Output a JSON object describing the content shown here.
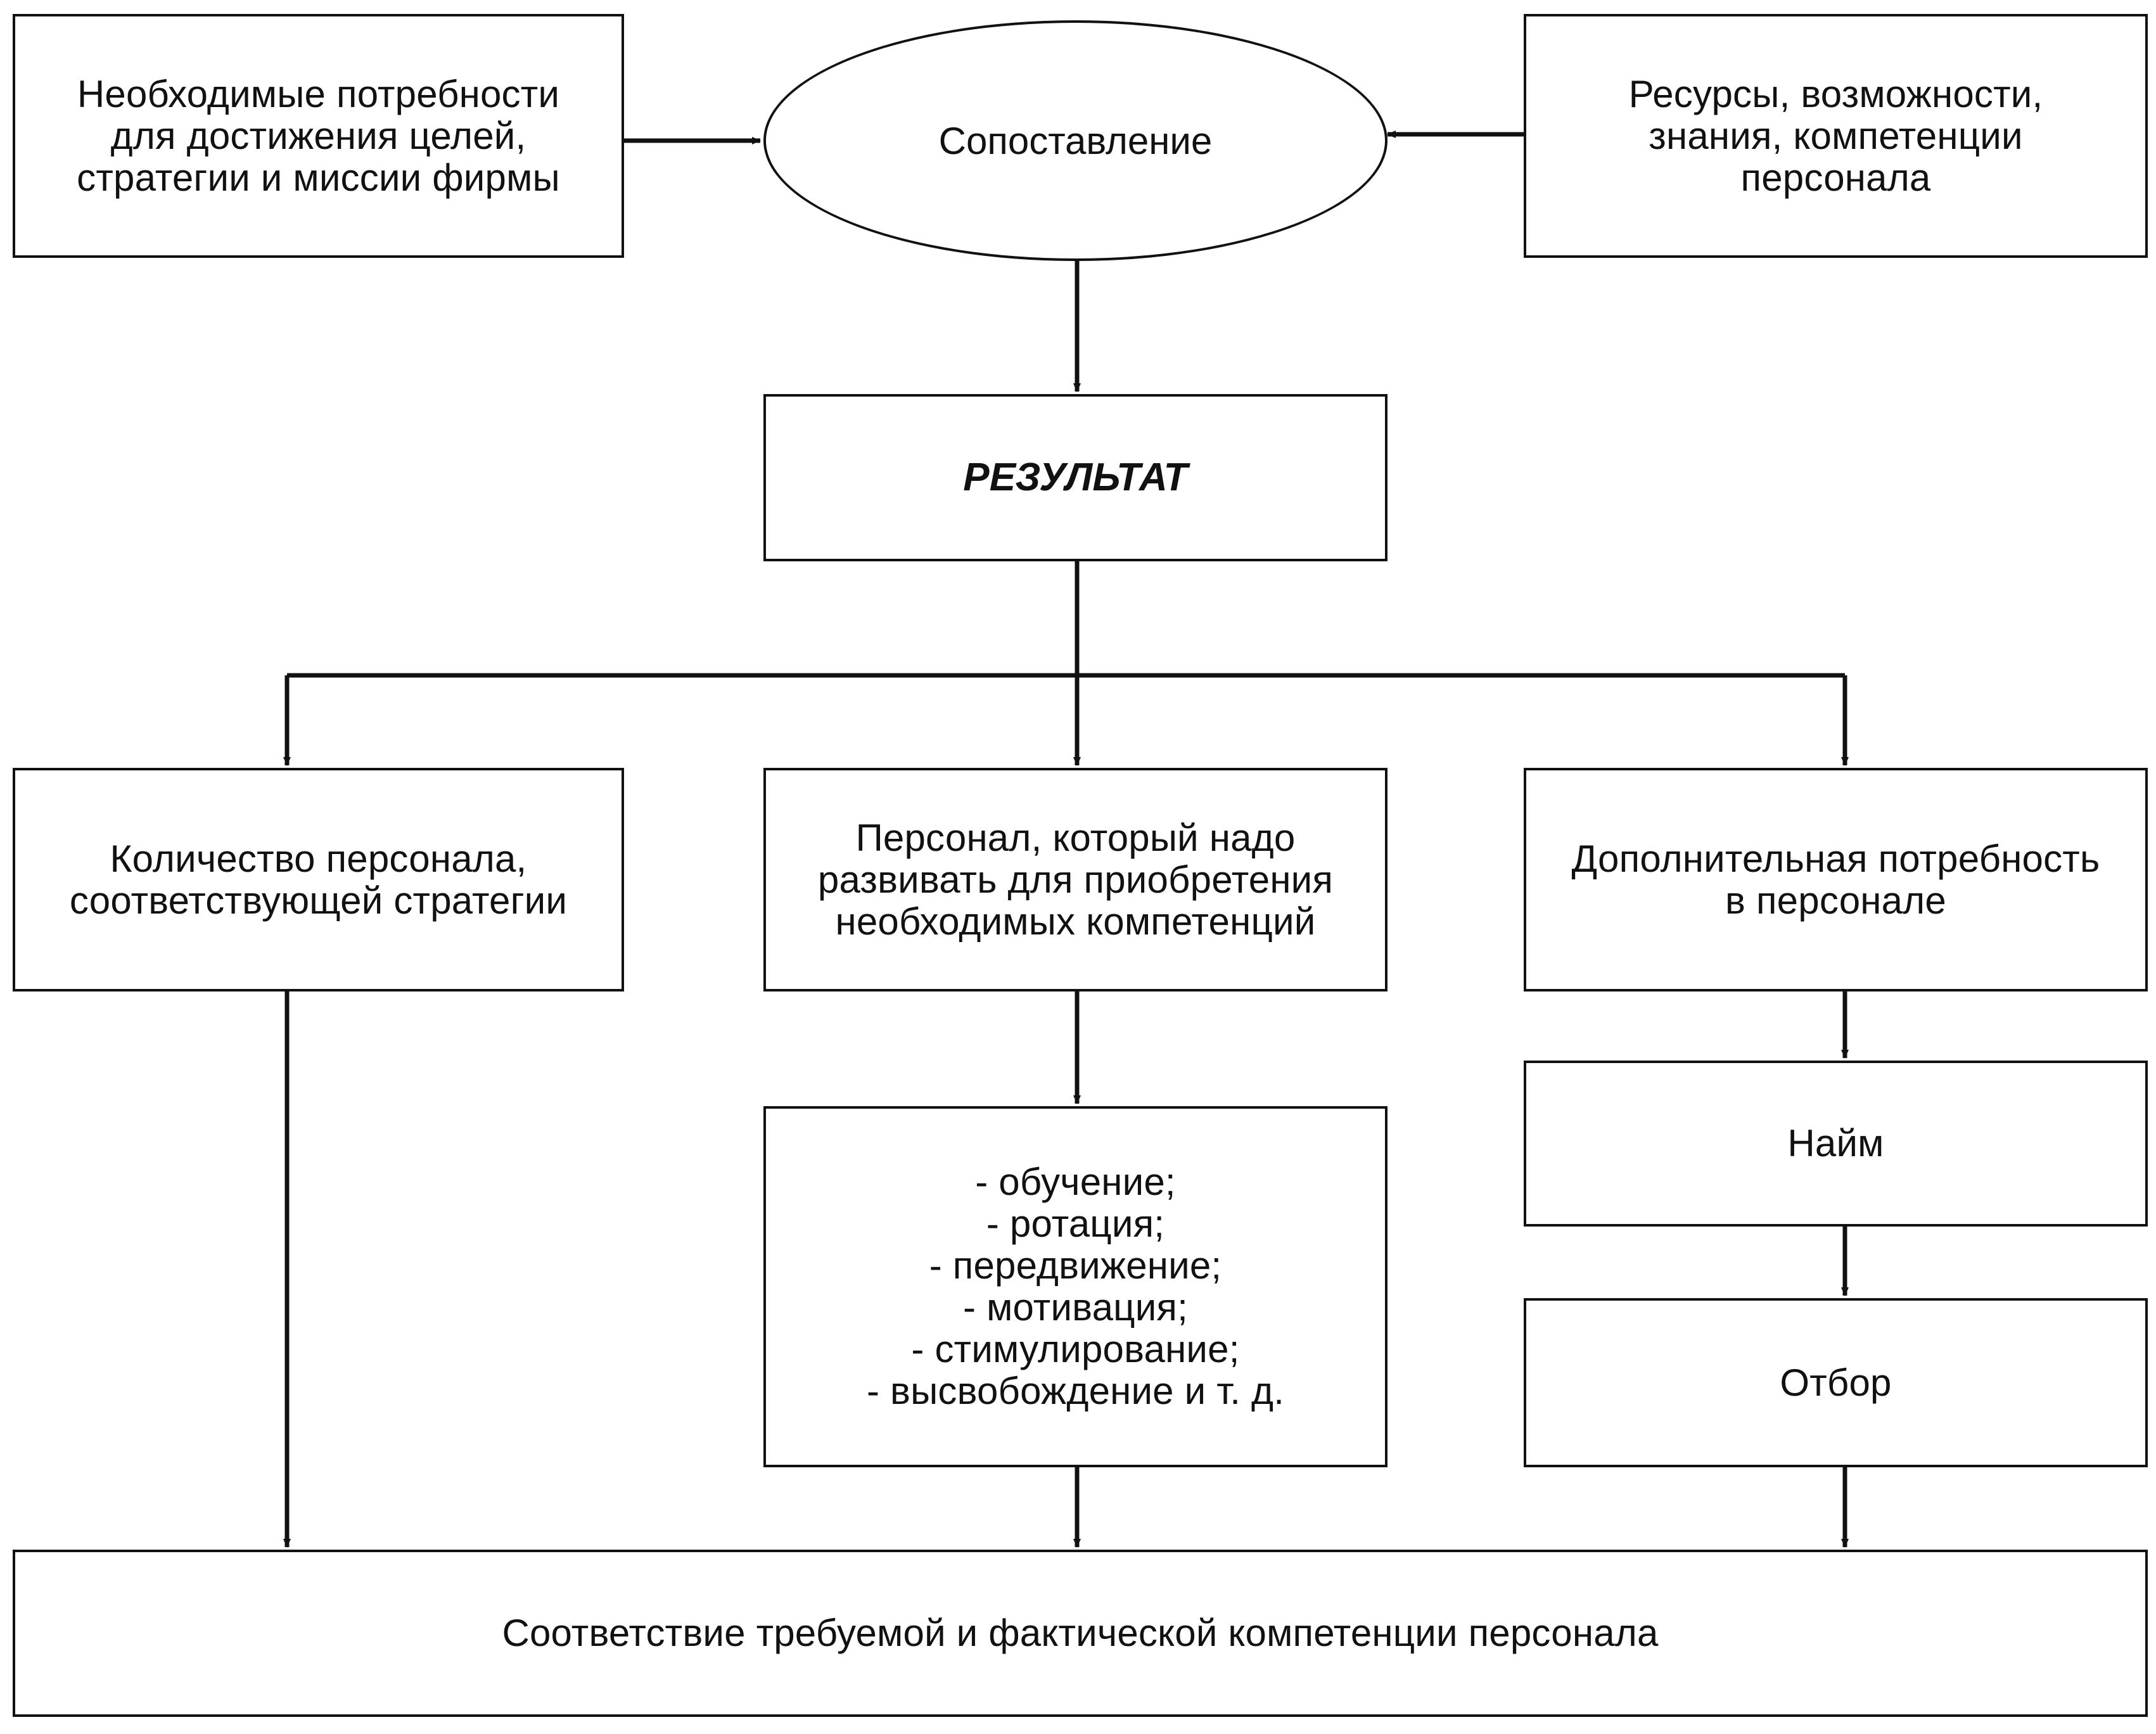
{
  "needs": {
    "text": "Необходимые потребности\nдля достижения целей,\nстратегии и миссии фирмы"
  },
  "comparison": {
    "text": "Сопоставление"
  },
  "resources": {
    "text": "Ресурсы, возможности,\nзнания, компетенции\nперсонала"
  },
  "result": {
    "text": "РЕЗУЛЬТАТ"
  },
  "quantity": {
    "text": "Количество персонала,\nсоответствующей стратегии"
  },
  "develop": {
    "text": "Персонал, который надо\nразвивать для приобретения\nнеобходимых компетенций"
  },
  "additional": {
    "text": "Дополнительная потребность\nв персонале"
  },
  "activities": {
    "items": [
      "- обучение;",
      "- ротация;",
      "- передвижение;",
      "- мотивация;",
      "- стимулирование;",
      "- высвобождение и т. д."
    ]
  },
  "hire": {
    "text": "Найм"
  },
  "selection": {
    "text": "Отбор"
  },
  "correspondence": {
    "text": "Соответствие требуемой и фактической компетенции персонала"
  }
}
